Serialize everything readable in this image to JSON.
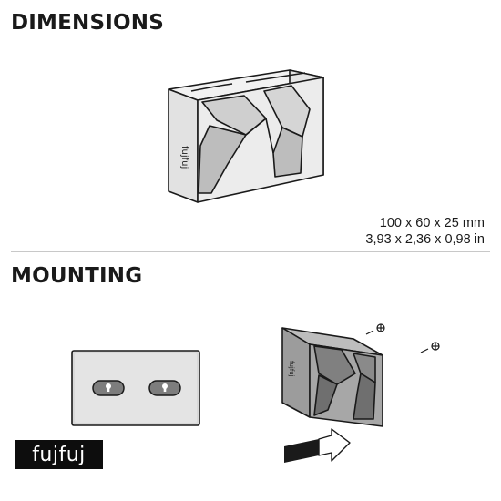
{
  "sections": {
    "dimensions_title": "DIMENSIONS",
    "mounting_title": "MOUNTING"
  },
  "specs": {
    "metric": "100 x 60 x 25 mm",
    "imperial": "3,93 x 2,36 x 0,98 in"
  },
  "brand": {
    "product_mark": "fujfuj",
    "logo_text": "fujfuj"
  }
}
